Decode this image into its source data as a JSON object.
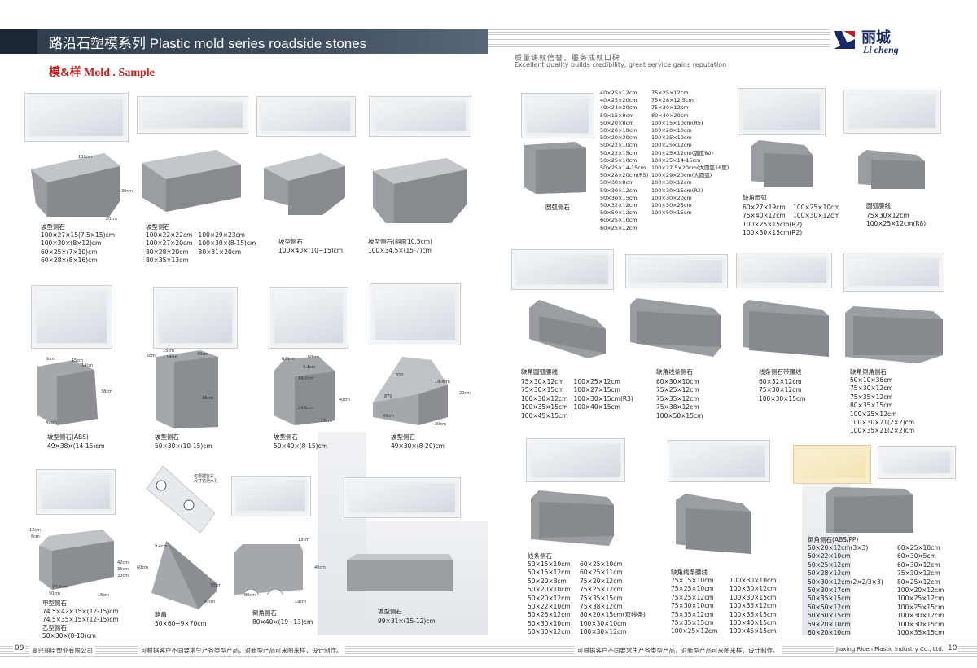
{
  "header": {
    "title": "路沿石塑模系列 Plastic mold series roadside stones",
    "section": "模&样 Mold . Sample",
    "slogan_cn": "质量铸就信誉，服务成就口碑",
    "slogan_en": "Excellent quality builds credibility, great service gains reputation"
  },
  "logo": {
    "name_cn": "丽城",
    "name_en": "Li cheng",
    "registered": "®"
  },
  "left_page": {
    "row1": [
      {
        "caption": "坡型侧石",
        "specs": "100×27×15(7.5×15)cm\n100×30×(8×12)cm\n60×25×(7×10)cm\n60×28×(8×16)cm",
        "dim_top": "100cm",
        "dim_side": "30cm",
        "dim_base": "20cm"
      },
      {
        "caption": "坡型侧石",
        "specs": "100×22×22cm   100×29×23cm\n100×27×20cm   100×30×(8-15)cm\n80×28×20cm     80×31×20cm\n80×35×13cm"
      },
      {
        "caption": "坡型侧石",
        "specs": "100×40×(10−15)cm"
      },
      {
        "caption": "坡型侧石(斜面10.5cm)",
        "specs": "100×34.5×(15-7)cm"
      }
    ],
    "row2": [
      {
        "caption": "坡型侧石(ABS)",
        "specs": "49×38×(14-15)cm",
        "dims": [
          "15cm",
          "14cm",
          "6cm",
          "38cm",
          "49cm"
        ]
      },
      {
        "caption": "坡型侧石",
        "specs": "50×30×(10-15)cm",
        "dims": [
          "15cm",
          "14cm",
          "49cm",
          "6cm",
          "38cm"
        ]
      },
      {
        "caption": "坡型侧石",
        "specs": "50×40×(8-15)cm",
        "dims": [
          "6.9cm",
          "9.1cm",
          "50cm",
          "14.7cm",
          "24.6cm",
          "40cm",
          "15cm"
        ]
      },
      {
        "caption": "坡型侧石",
        "specs": "49×30×(8-20)cm",
        "dims": [
          "350",
          "19.4cm",
          "870",
          "20cm",
          "49cm",
          "30cm"
        ]
      }
    ],
    "row3": [
      {
        "caption": "甲型侧石",
        "specs": "74.5×42×15×(12-15)cm\n74.5×35×15×(12-15)cm",
        "caption2": "乙型侧石",
        "specs2": "50×30×(8-10)cm",
        "dims": [
          "12cm",
          "8cm",
          "42cm",
          "35cm",
          "30cm",
          "74.5cm",
          "50cm",
          "15cm"
        ]
      },
      {
        "caption": "路肩",
        "specs": "50×60−9×70cm",
        "note": "可根据客户\n尺寸钻泄水孔",
        "dims": [
          "9.4cm",
          "60cm",
          "70cm",
          "50cm"
        ]
      },
      {
        "caption": "倒角侧石",
        "specs": "80×40×(19−13)cm",
        "dims": [
          "13cm",
          "40cm",
          "80cm",
          "19cm"
        ]
      },
      {
        "caption": "坡型侧石",
        "specs": "99×31×(15-12)cm"
      }
    ]
  },
  "right_page": {
    "list_col1": "40×25×12cm\n40×25×20cm\n49×24×20cm\n50×15×8cm\n50×20×8cm\n50×20×10cm\n50×20×20cm\n50×22×10cm\n50×22×15cm\n50×25×10cm\n50×25×14-15cm\n50×28×20cm(R5)\n50×30×8cm\n50×30×12cm\n50×30×15cm\n50×32×12cm\n50×50×12cm\n60×25×10cm\n60×25×12cm",
    "list_col2": "75×25×12cm\n75×28×12.5cm\n75×30×12cm\n80×40×20cm\n100×15×10cm(R5)\n100×20×10cm\n100×25×10cm\n100×25×12cm\n100×25×12cm(弧度80)\n100×25×14-15cm\n100×27.5×20cm(大圆弧16度)\n100×29×20cm(大圆弧)\n100×30×12cm\n100×30×15cm(R2)\n100×30×20cm\n100×30×25cm\n100×50×15cm",
    "arc_caption": "圆弧侧石",
    "row1_items": [
      {
        "caption": "缺角圆弧",
        "specs": "60×27×19cm    100×25×10cm\n75×40×12cm    100×30×12cm\n100×25×15cm(R2)\n100×30×15cm(R2)"
      },
      {
        "caption": "圆弧腰线",
        "specs": "75×30×12cm\n100×25×12cm(R8)"
      }
    ],
    "row2_items": [
      {
        "caption": "缺角圆弧腰线",
        "specs": "75×30×12cm     100×25×12cm\n75×30×15cm     100×27×15cm\n100×30×12cm   100×30×15cm(R3)\n100×35×15cm   100×40×15cm\n100×45×15cm"
      },
      {
        "caption": "缺角线条侧石",
        "specs": "60×30×10cm\n75×25×12cm\n75×35×12cm\n75×38×12cm\n100×50×15cm"
      },
      {
        "caption": "线条侧石带腰线",
        "specs": "60×32×12cm\n75×30×12cm\n100×30×15cm"
      },
      {
        "caption": "缺角倒角侧石",
        "specs": "50×10×36cm\n75×30×12cm\n75×35×12cm\n80×35×15cm\n100×25×12cm\n100×30×21(2×2)cm\n100×35×21(2×2)cm"
      }
    ],
    "row3_items": [
      {
        "caption": "线条侧石",
        "col1": "50×15×10cm\n50×15×12cm\n50×20×8cm\n50×20×10cm\n50×20×12cm\n50×22×10cm\n50×25×12cm\n50×30×10cm\n50×30×12cm",
        "col2": "60×25×10cm\n60×25×11cm\n75×20×12cm\n75×25×12cm\n75×35×15cm\n75×38×12cm\n80×20×15cm(双线条)\n100×30×10cm\n100×30×12cm"
      },
      {
        "caption": "缺角线条腰线",
        "col1": "75×15×10cm\n75×25×10cm\n75×25×12cm\n75×30×10cm\n75×35×12cm\n75×35×15cm\n100×25×12cm",
        "col2": "100×30×10cm\n100×30×12cm\n100×30×15cm\n100×35×12cm\n100×35×15cm\n100×40×15cm\n100×45×15cm"
      },
      {
        "caption": "倒角侧石(ABS/PP)",
        "col1": "50×20×12cm(3×3)\n50×22×10cm\n50×25×12cm\n50×28×12cm\n50×30×12cm(2×2/3×3)\n50×30×17cm\n50×35×15cm\n50×50×12cm\n50×50×15cm\n59×20×10cm\n60×20×10cm",
        "col2": "60×25×10cm\n60×30×5cm\n60×30×12cm\n75×30×12cm\n80×25×12cm\n100×20×12cm\n100×25×12cm\n100×25×15cm\n100×30×12cm\n100×30×15cm\n100×35×15cm"
      }
    ]
  },
  "footer": {
    "left_page_num": "09",
    "left_company": "嘉兴丽臣塑业有限公司",
    "left_note": "可根据客户不同要求生产各类型产品，对新型产品可来图来样，设计制作。",
    "right_note": "可根据客户不同要求生产各类型产品，对新型产品可来图来样，设计制作。",
    "right_company": "Jiaxing Ricen Plastic Industry Co., Ltd.",
    "right_page_num": "10"
  },
  "colors": {
    "title_band": "#3e4c5e",
    "section_red": "#c41f1f",
    "logo_blue": "#1a2a66",
    "stone_gray": "#8c9096"
  }
}
